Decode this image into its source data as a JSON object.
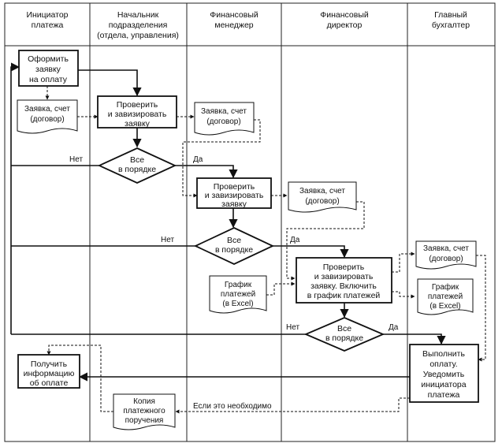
{
  "lanes": [
    {
      "id": "initiator",
      "title": [
        "Инициатор",
        "платежа"
      ]
    },
    {
      "id": "head",
      "title": [
        "Начальник",
        "подразделения",
        "(отдела, управления)"
      ]
    },
    {
      "id": "finmgr",
      "title": [
        "Финансовый",
        "менеджер"
      ]
    },
    {
      "id": "findir",
      "title": [
        "Финансовый",
        "директор"
      ]
    },
    {
      "id": "chiefacc",
      "title": [
        "Главный",
        "бухгалтер"
      ]
    }
  ],
  "steps": {
    "create_request": [
      "Оформить",
      "заявку",
      "на оплату"
    ],
    "head_check": [
      "Проверить",
      "и завизировать",
      "заявку"
    ],
    "mgr_check": [
      "Проверить",
      "и завизировать",
      "заявку"
    ],
    "dir_check": [
      "Проверить",
      "и завизировать",
      "заявку. Включить",
      "в график платежей"
    ],
    "get_info": [
      "Получить",
      "информацию",
      "об оплате"
    ],
    "execute_payment": [
      "Выполнить",
      "оплату.",
      "Уведомить",
      "инициатора",
      "платежа"
    ]
  },
  "decisions": {
    "d1": [
      "Все",
      "в порядке"
    ],
    "d2": [
      "Все",
      "в порядке"
    ],
    "d3": [
      "Все",
      "в порядке"
    ]
  },
  "documents": {
    "doc_initiator": [
      "Заявка, счет",
      "(договор)"
    ],
    "doc_head": [
      "Заявка, счет",
      "(договор)"
    ],
    "doc_mgr": [
      "Заявка, счет",
      "(договор)"
    ],
    "doc_schedule_mgr": [
      "График",
      "платежей",
      "(в Excel)"
    ],
    "doc_acc_request": [
      "Заявка, счет",
      "(договор)"
    ],
    "doc_acc_schedule": [
      "График",
      "платежей",
      "(в Excel)"
    ],
    "doc_copy": [
      "Копия",
      "платежного",
      "поручения"
    ]
  },
  "edge_labels": {
    "no1": "Нет",
    "yes1": "Да",
    "no2": "Нет",
    "yes2": "Да",
    "no3": "Нет",
    "yes3": "Да",
    "if_needed": "Если это необходимо"
  }
}
